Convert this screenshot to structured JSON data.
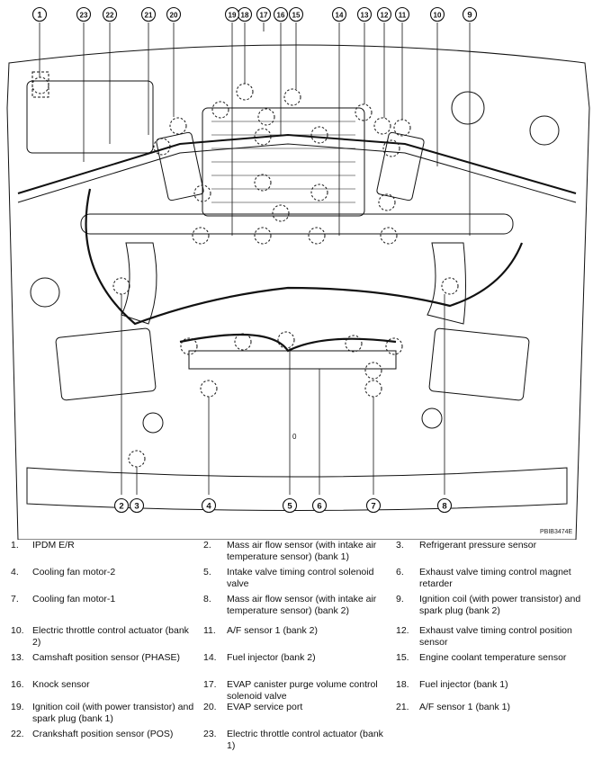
{
  "figure_code": "PBIB3474E",
  "callout_numbers": [
    "1",
    "2",
    "3",
    "4",
    "5",
    "6",
    "7",
    "8",
    "9",
    "10",
    "11",
    "12",
    "13",
    "14",
    "15",
    "16",
    "17",
    "18",
    "19",
    "20",
    "21",
    "22",
    "23"
  ],
  "legend": [
    {
      "num": "1.",
      "text": "IPDM E/R"
    },
    {
      "num": "2.",
      "text": "Mass air flow sensor (with intake air temperature sensor) (bank 1)"
    },
    {
      "num": "3.",
      "text": "Refrigerant pressure sensor"
    },
    {
      "num": "4.",
      "text": "Cooling fan motor-2"
    },
    {
      "num": "5.",
      "text": "Intake valve timing control solenoid valve"
    },
    {
      "num": "6.",
      "text": "Exhaust valve timing control magnet retarder"
    },
    {
      "num": "7.",
      "text": "Cooling fan motor-1"
    },
    {
      "num": "8.",
      "text": "Mass air flow sensor (with intake air temperature sensor) (bank 2)"
    },
    {
      "num": "9.",
      "text": "Ignition coil (with power transistor) and spark plug (bank 2)"
    },
    {
      "num": "10.",
      "text": "Electric throttle control actuator (bank 2)"
    },
    {
      "num": "11.",
      "text": "A/F sensor 1 (bank 2)"
    },
    {
      "num": "12.",
      "text": "Exhaust valve timing control position sensor"
    },
    {
      "num": "13.",
      "text": "Camshaft position sensor (PHASE)"
    },
    {
      "num": "14.",
      "text": "Fuel injector (bank 2)"
    },
    {
      "num": "15.",
      "text": "Engine coolant temperature sensor"
    },
    {
      "num": "16.",
      "text": "Knock sensor"
    },
    {
      "num": "17.",
      "text": "EVAP canister purge volume control solenoid valve"
    },
    {
      "num": "18.",
      "text": "Fuel injector (bank 1)"
    },
    {
      "num": "19.",
      "text": "Ignition coil (with power transistor) and spark plug (bank 1)"
    },
    {
      "num": "20.",
      "text": "EVAP service port"
    },
    {
      "num": "21.",
      "text": "A/F sensor 1 (bank 1)"
    },
    {
      "num": "22.",
      "text": "Crankshaft position sensor (POS)"
    },
    {
      "num": "23.",
      "text": "Electric throttle control actuator (bank 1)"
    }
  ]
}
